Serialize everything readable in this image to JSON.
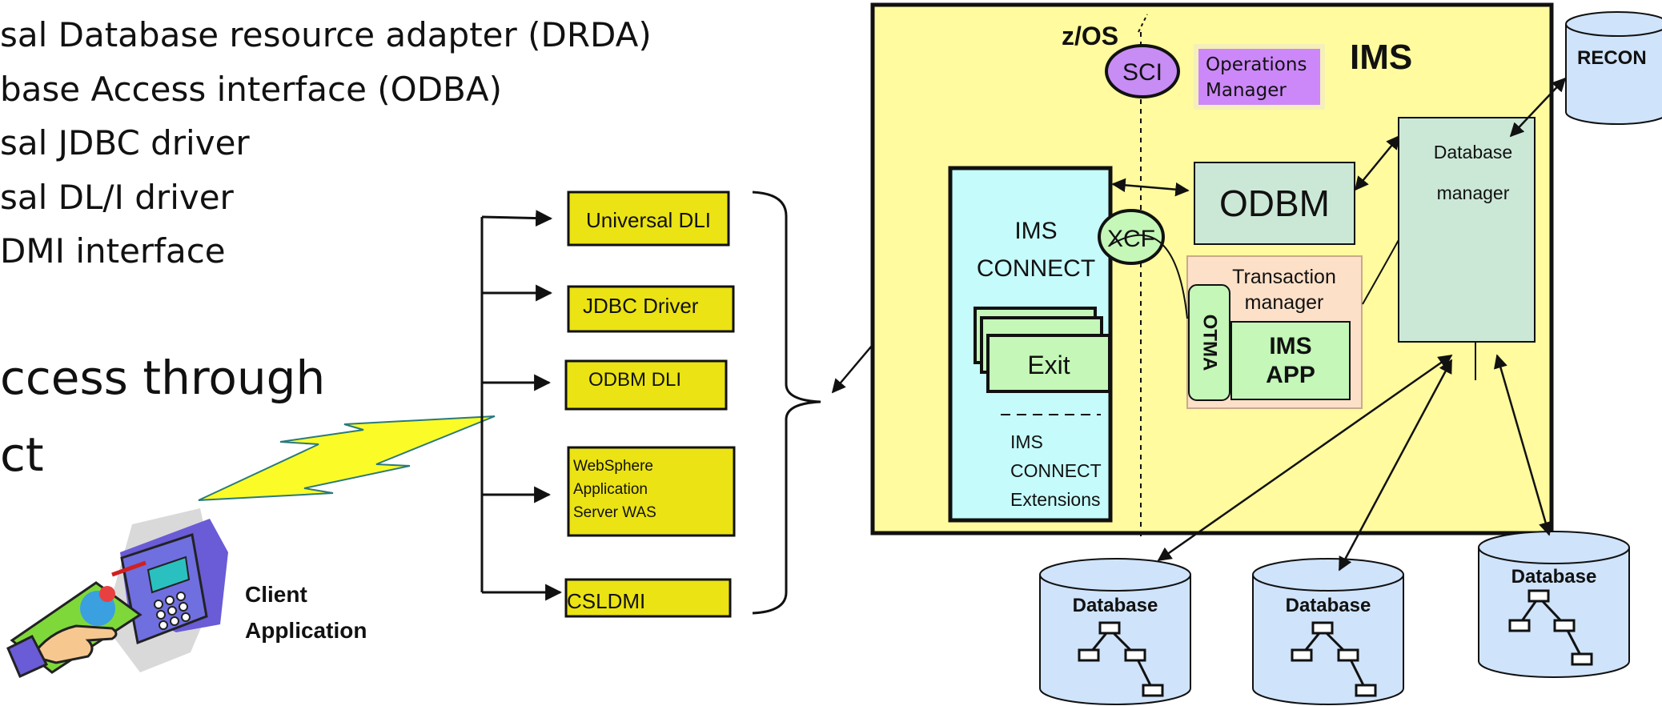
{
  "bullets": [
    "sal Database resource adapter (DRDA)",
    "base Access interface (ODBA)",
    "sal JDBC driver",
    "sal DL/I driver",
    "DMI interface"
  ],
  "access_text": [
    "ccess through",
    "ct"
  ],
  "drivers": {
    "universal_dli": "Universal DLI",
    "jdbc": "JDBC Driver",
    "odbm_dli": "ODBM DLI",
    "websphere": [
      "WebSphere",
      "Application",
      "Server WAS"
    ],
    "csldmi": "CSLDMI"
  },
  "client": {
    "line1": "Client",
    "line2": "Application"
  },
  "ims": {
    "zos": "z/OS",
    "sci": "SCI",
    "operations_manager": [
      "Operations",
      "Manager"
    ],
    "title": "IMS",
    "ims_connect": [
      "IMS",
      "CONNECT"
    ],
    "xcf": "XCF",
    "exit": "Exit",
    "extensions": [
      "IMS",
      "CONNECT",
      "Extensions"
    ],
    "odbm": "ODBM",
    "transaction_manager": [
      "Transaction",
      "manager"
    ],
    "otma": "OTMA",
    "ims_app": [
      "IMS",
      "APP"
    ],
    "database_manager": [
      "Database",
      "manager"
    ]
  },
  "recon": "RECON",
  "databases": [
    "Database",
    "Database",
    "Database"
  ],
  "colors": {
    "ims_bg": "#fffb9e",
    "driver_box": "#ebe313",
    "connect_bg": "#c6fbfb",
    "odbm_bg": "#cbe8d6",
    "tm_bg": "#fde0c8",
    "app_bg": "#c4f7b8",
    "sci_bg": "#c88cf5",
    "opmgr_bg": "#cc88f8",
    "db_bg": "#cfe3fa",
    "ims_title": "#1a6b1a",
    "lightning": "#fbfb28"
  }
}
